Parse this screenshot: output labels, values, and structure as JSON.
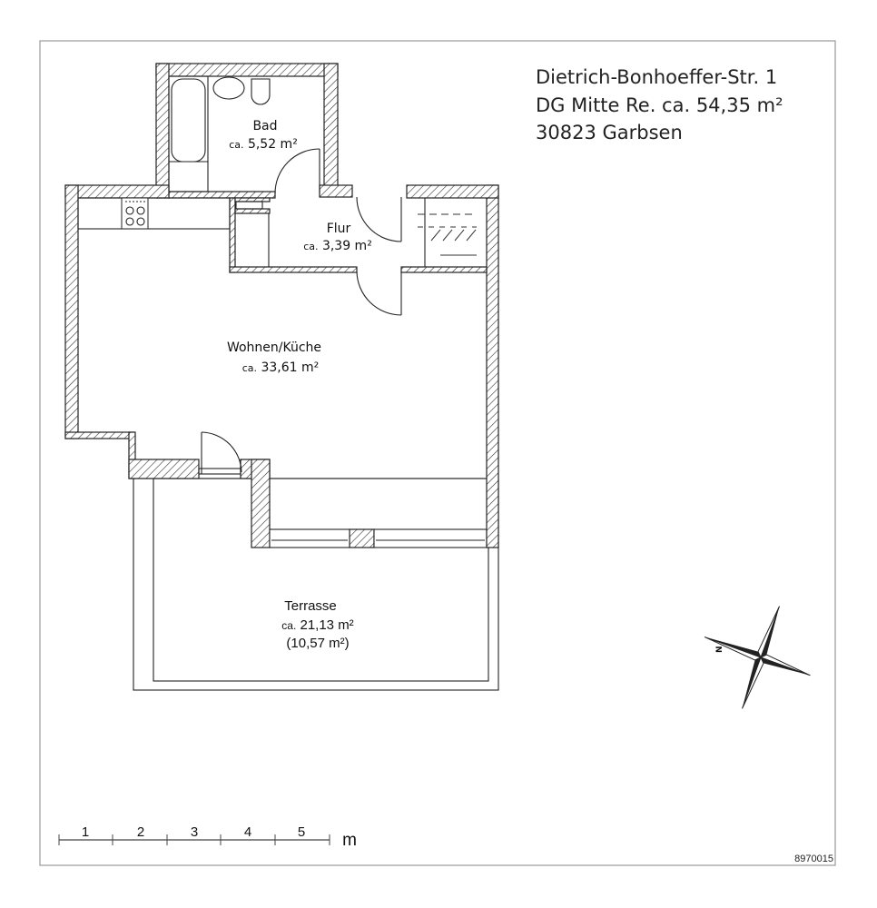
{
  "header": {
    "address_line": "Dietrich-Bonhoeffer-Str. 1",
    "unit_line": "DG Mitte Re. ca. 54,35 m²",
    "city_line": "30823 Garbsen"
  },
  "rooms": {
    "bad": {
      "name": "Bad",
      "prefix": "ca.",
      "area": "5,52 m²"
    },
    "flur": {
      "name": "Flur",
      "prefix": "ca.",
      "area": "3,39 m²"
    },
    "wohnen": {
      "name": "Wohnen/Küche",
      "prefix": "ca.",
      "area": "33,61 m²"
    },
    "terrasse": {
      "name": "Terrasse",
      "prefix": "ca.",
      "area": "21,13 m²",
      "weighted_area": "(10,57 m²)"
    }
  },
  "compass": {
    "label": "N"
  },
  "scale_bar": {
    "ticks": [
      "1",
      "2",
      "3",
      "4",
      "5"
    ],
    "unit": "m"
  },
  "plan_id": "8970015"
}
